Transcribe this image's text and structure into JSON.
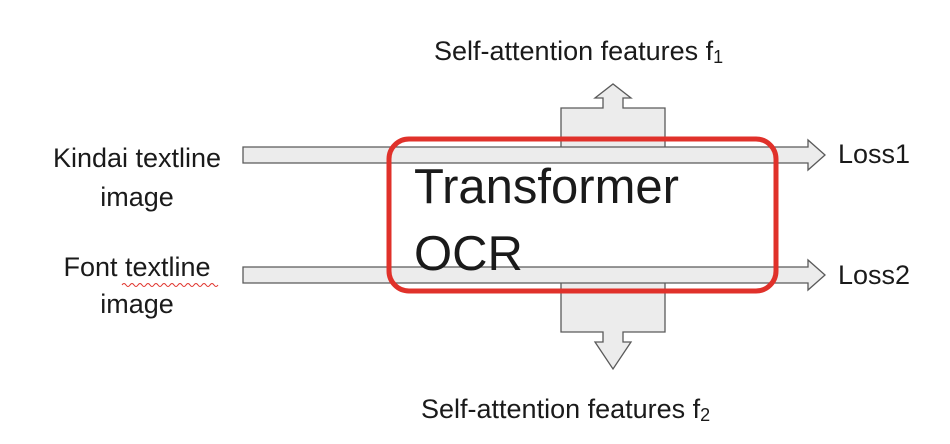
{
  "top_feature_label": "Self-attention features f",
  "top_feature_sub": "1",
  "bottom_feature_label": "Self-attention features f",
  "bottom_feature_sub": "2",
  "input1_line1": "Kindai textline",
  "input1_line2": "image",
  "input2_line1": "Font textline",
  "input2_line2": "image",
  "output1": "Loss1",
  "output2": "Loss2",
  "model_line1": "Transformer",
  "model_line2": "OCR",
  "colors": {
    "box_outline": "#e0312a",
    "arrow_fill": "#ececec",
    "arrow_stroke": "#5a5a5a",
    "spellcheck_underline": "#e0312a",
    "text": "#1a1a1a"
  }
}
